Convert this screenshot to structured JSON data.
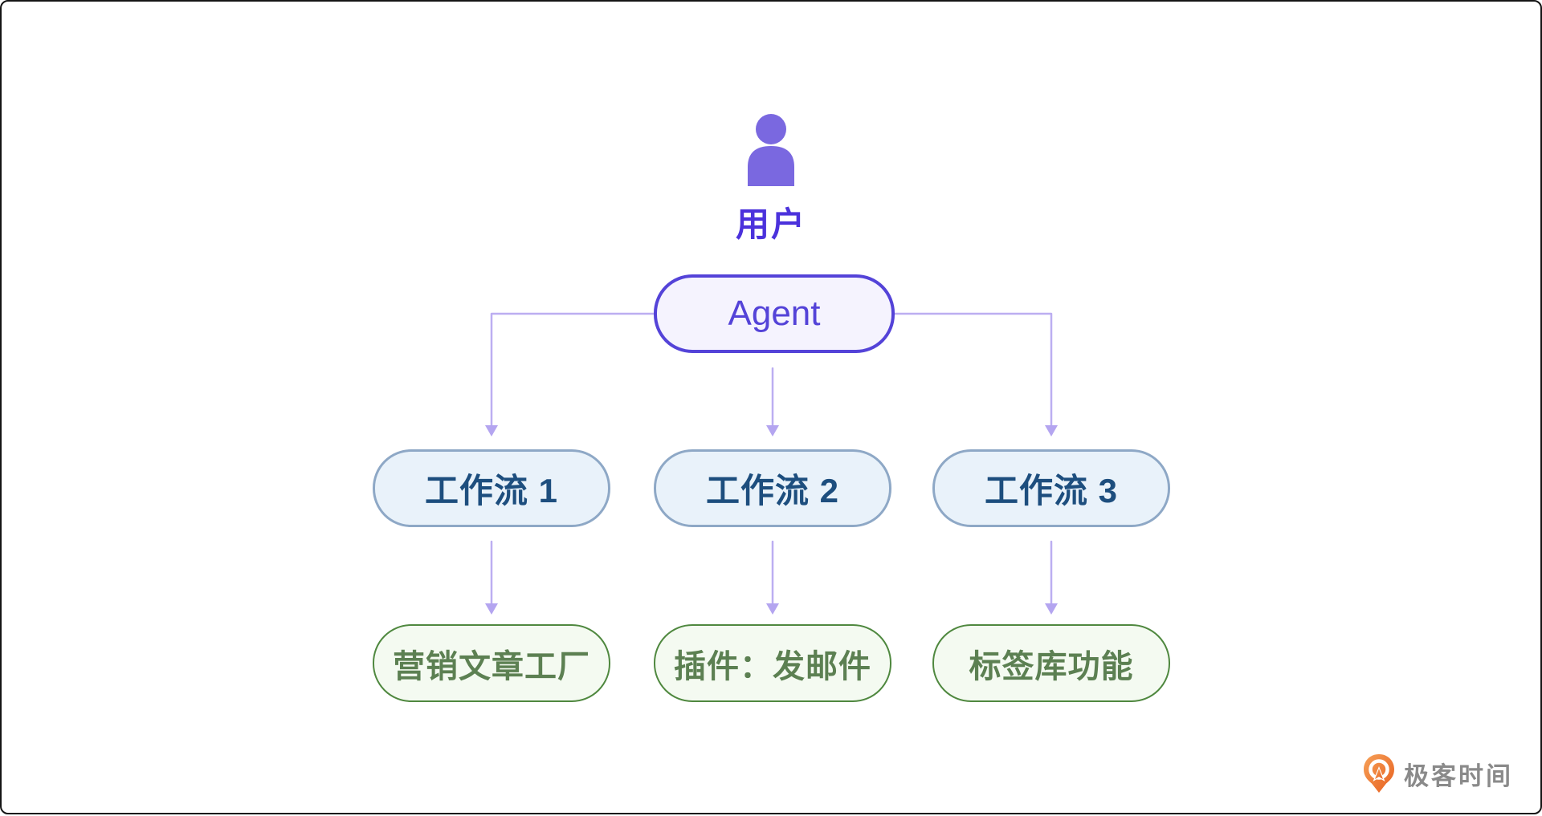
{
  "page": {
    "background": "#ffffff",
    "frame_border_color": "#141414"
  },
  "diagram": {
    "user": {
      "label": "用户",
      "icon": "user-person-icon",
      "icon_color": "#7A68E0",
      "label_color": "#4B32DC"
    },
    "agent": {
      "label": "Agent",
      "border_color": "#5443D8",
      "background": "#F5F3FE",
      "text_color": "#5443D8"
    },
    "workflows": [
      {
        "label": "工作流 1"
      },
      {
        "label": "工作流 2"
      },
      {
        "label": "工作流 3"
      }
    ],
    "workflow_style": {
      "border_color": "#8EA8C6",
      "background": "#E9F2FA",
      "text_color": "#1D4E7E"
    },
    "outputs": [
      {
        "label": "营销文章工厂"
      },
      {
        "label": "插件：发邮件"
      },
      {
        "label": "标签库功能"
      }
    ],
    "output_style": {
      "border_color": "#4F883F",
      "background": "#F4FAF1",
      "text_color": "#5C8052"
    },
    "edges": [
      {
        "from": "user",
        "to": "agent"
      },
      {
        "from": "agent",
        "to": "工作流 1"
      },
      {
        "from": "agent",
        "to": "工作流 2"
      },
      {
        "from": "agent",
        "to": "工作流 3"
      },
      {
        "from": "工作流 1",
        "to": "营销文章工厂"
      },
      {
        "from": "工作流 2",
        "to": "插件：发邮件"
      },
      {
        "from": "工作流 3",
        "to": "标签库功能"
      }
    ],
    "connector_color": "#BCAEF1"
  },
  "footer": {
    "brand": "极客时间",
    "brand_text_color": "#8A8A8A",
    "logo_color_start": "#F6A158",
    "logo_color_end": "#E75F1F"
  }
}
